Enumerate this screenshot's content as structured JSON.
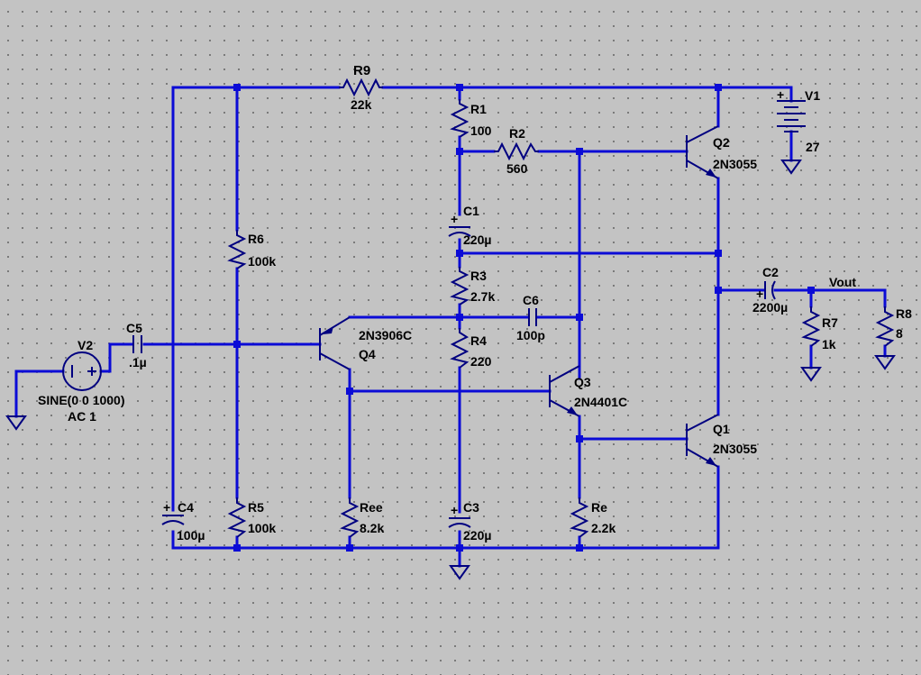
{
  "components": {
    "R9": {
      "name": "R9",
      "value": "22k"
    },
    "R1": {
      "name": "R1",
      "value": "100"
    },
    "R2": {
      "name": "R2",
      "value": "560"
    },
    "R3": {
      "name": "R3",
      "value": "2.7k"
    },
    "R4": {
      "name": "R4",
      "value": "220"
    },
    "R5": {
      "name": "R5",
      "value": "100k"
    },
    "R6": {
      "name": "R6",
      "value": "100k"
    },
    "R7": {
      "name": "R7",
      "value": "1k"
    },
    "R8": {
      "name": "R8",
      "value": "8"
    },
    "Ree": {
      "name": "Ree",
      "value": "8.2k"
    },
    "Re": {
      "name": "Re",
      "value": "2.2k"
    },
    "C1": {
      "name": "C1",
      "value": "220µ"
    },
    "C2": {
      "name": "C2",
      "value": "2200µ"
    },
    "C3": {
      "name": "C3",
      "value": "220µ"
    },
    "C4": {
      "name": "C4",
      "value": "100µ"
    },
    "C5": {
      "name": "C5",
      "value": ".1µ"
    },
    "C6": {
      "name": "C6",
      "value": "100p"
    },
    "Q1": {
      "name": "Q1",
      "model": "2N3055"
    },
    "Q2": {
      "name": "Q2",
      "model": "2N3055"
    },
    "Q3": {
      "name": "Q3",
      "model": "2N4401C"
    },
    "Q4": {
      "name": "Q4",
      "model": "2N3906C"
    },
    "V1": {
      "name": "V1",
      "value": "27"
    },
    "V2": {
      "name": "V2",
      "value": "SINE(0 0 1000)",
      "ac": "AC 1"
    }
  },
  "nets": {
    "vout": "Vout"
  },
  "colors": {
    "background": "#c3c3c3",
    "wire": "#0b0bd6",
    "component": "#000080",
    "text": "#000000"
  }
}
